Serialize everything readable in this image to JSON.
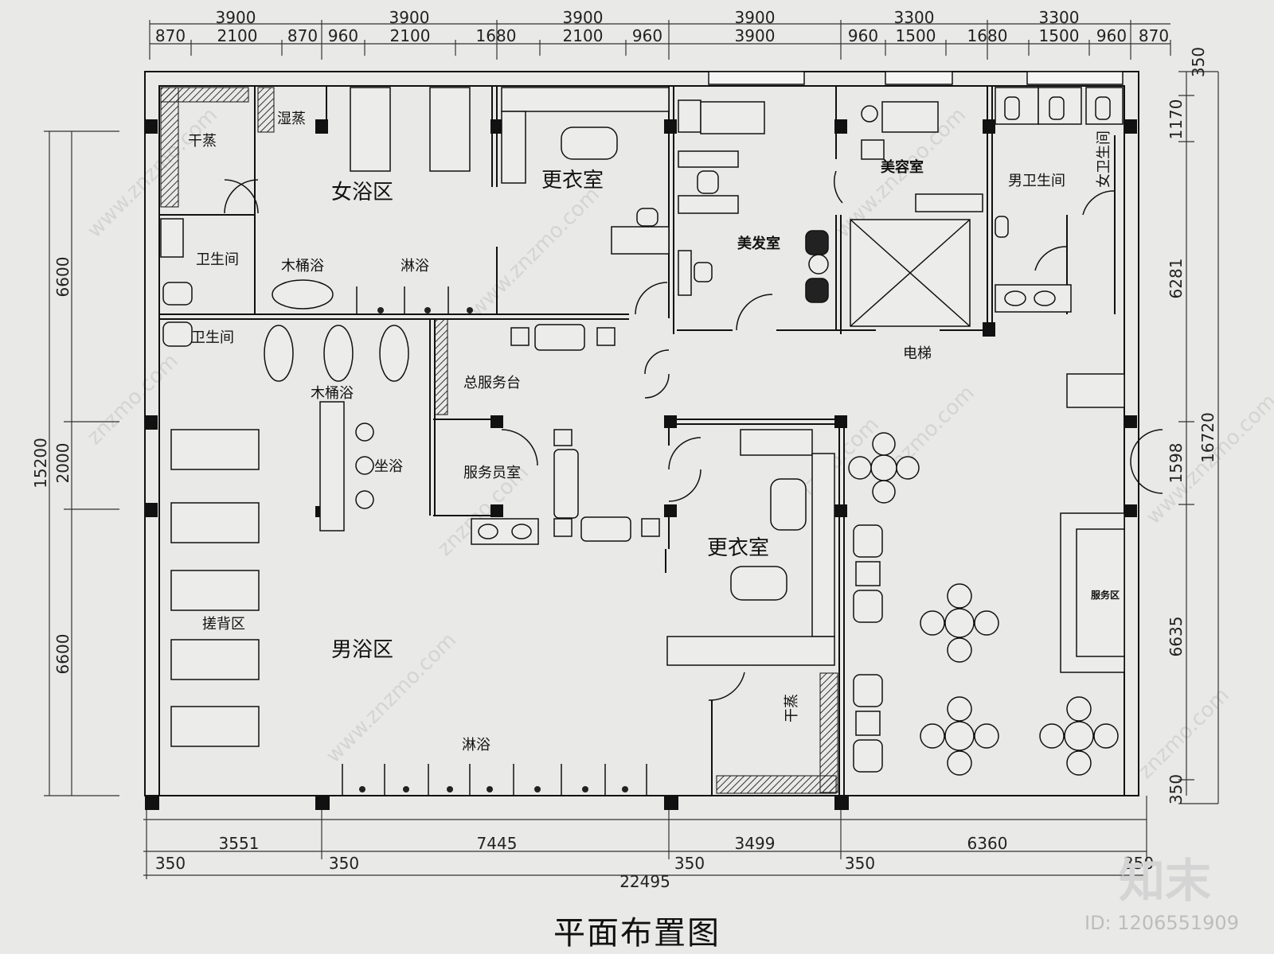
{
  "title": "平面布置图",
  "watermark": {
    "logo": "知末",
    "id": "ID: 1206551909",
    "site": "znzmo.com",
    "url": "www.znzmo.com"
  },
  "dims_top_row1": [
    "3900",
    "3900",
    "3900",
    "3900",
    "3300",
    "3300"
  ],
  "dims_top_row2": [
    "870",
    "2100",
    "870",
    "960",
    "2100",
    "1680",
    "2100",
    "960",
    "3900",
    "960",
    "1500",
    "1680",
    "1500",
    "960",
    "870"
  ],
  "dims_right": [
    "350",
    "1170",
    "6281",
    "1598",
    "6635",
    "350",
    "16720"
  ],
  "dims_left": [
    "6600",
    "15200",
    "2000",
    "6600"
  ],
  "dims_bottom_row1": [
    "3551",
    "7445",
    "3499",
    "6360"
  ],
  "dims_bottom_row2": [
    "350",
    "350",
    "350",
    "350",
    "350"
  ],
  "dims_bottom_total": "22495",
  "rooms": {
    "dry_sauna": "干蒸",
    "wet_steam": "湿蒸",
    "women_bath": "女浴区",
    "changing_top": "更衣室",
    "toilet_1": "卫生间",
    "wood_tub_1": "木桶浴",
    "shower_1": "淋浴",
    "toilet_2": "卫生间",
    "wood_tub_2": "木桶浴",
    "sit_bath": "坐浴",
    "front_desk": "总服务台",
    "staff_room": "服务员室",
    "back_scrub": "搓背区",
    "men_bath": "男浴区",
    "shower_2": "淋浴",
    "changing_bottom": "更衣室",
    "dry_sauna_2": "干蒸",
    "salon": "美发室",
    "beauty": "美容室",
    "men_wc": "男卫生间",
    "women_wc": "女卫生间",
    "elevator": "电梯",
    "service_area": "服务区"
  }
}
